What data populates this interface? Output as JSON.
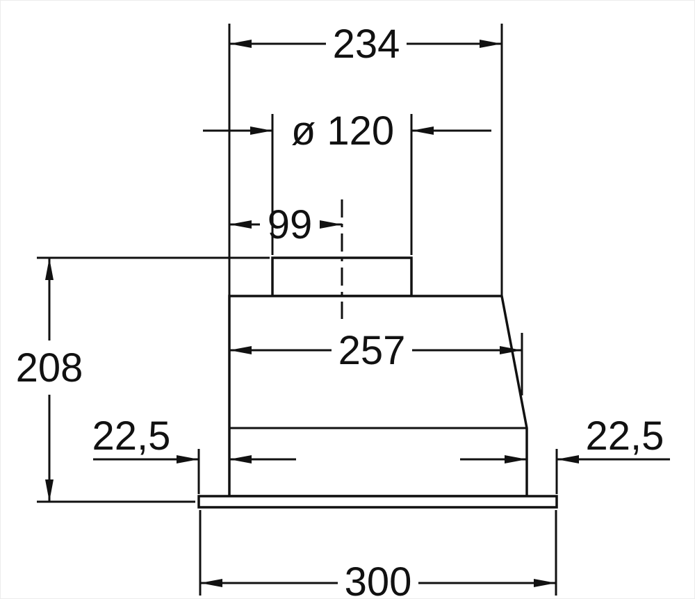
{
  "page": {
    "background_color": "#ffffff",
    "line_color": "#111111"
  },
  "drawing": {
    "kind": "technical-dimension-drawing",
    "dimensions": {
      "top_width": {
        "label": "234",
        "value": 234
      },
      "duct_diameter": {
        "label": "ø 120",
        "value": 120
      },
      "duct_center_offset": {
        "label": "99",
        "value": 99
      },
      "overall_height": {
        "label": "208",
        "value": 208
      },
      "body_width": {
        "label": "257",
        "value": 257
      },
      "overhang_left": {
        "label": "22,5",
        "value": 22.5
      },
      "overhang_right": {
        "label": "22,5",
        "value": 22.5
      },
      "base_width": {
        "label": "300",
        "value": 300
      }
    }
  }
}
